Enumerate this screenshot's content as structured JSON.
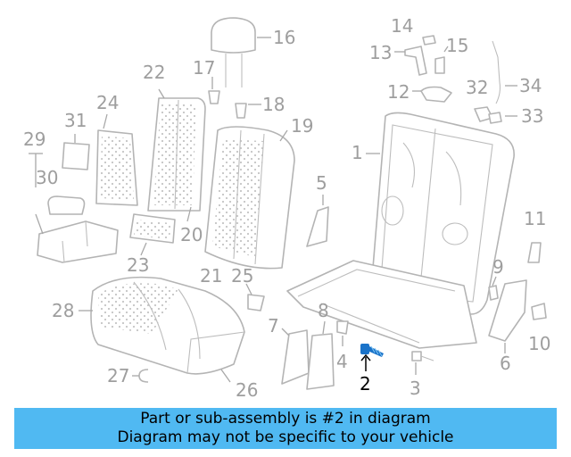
{
  "diagram": {
    "callouts": [
      "1",
      "2",
      "3",
      "4",
      "5",
      "6",
      "7",
      "8",
      "9",
      "10",
      "11",
      "12",
      "13",
      "14",
      "15",
      "16",
      "17",
      "18",
      "19",
      "20",
      "21",
      "22",
      "23",
      "24",
      "25",
      "26",
      "27",
      "28",
      "29",
      "30",
      "31",
      "32",
      "33",
      "34"
    ],
    "highlighted": "2",
    "colors": {
      "line": "#b4b4b4",
      "label": "#9e9e9e",
      "highlight_part": "#1a73c9",
      "highlight_label": "#000000"
    }
  },
  "banner": {
    "line1": "Part or sub-assembly is #2 in diagram",
    "line2": "Diagram may not be specific to your vehicle",
    "background": "#50b9f2"
  }
}
